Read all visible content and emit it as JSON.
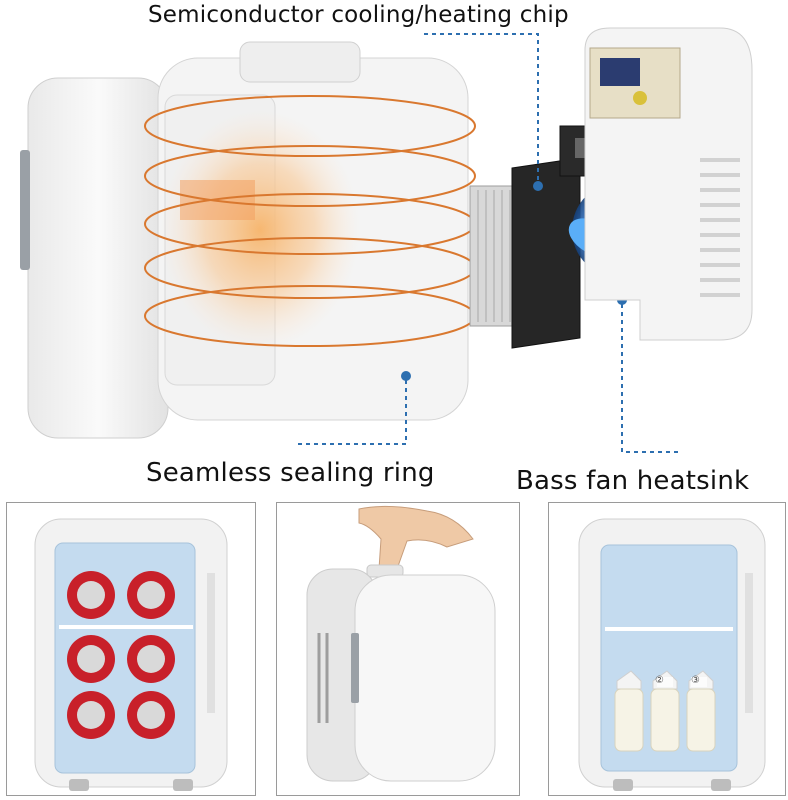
{
  "labels": {
    "chip": "Semiconductor cooling/heating chip",
    "seal": "Seamless sealing ring",
    "fan": "Bass fan heatsink"
  },
  "callouts": {
    "chip_number": "②",
    "fan_number": "③"
  },
  "colors": {
    "leader_line": "#2d6fb0",
    "heat_ring": "#d9782f",
    "glow": "#f6a552",
    "fridge_body": "#f4f4f4",
    "fridge_inner": "#bcd6ec",
    "fan_blue": "#3a86e0",
    "can_red": "#c8202a"
  },
  "icons": [
    "hand-icon",
    "fan-icon",
    "can-icon",
    "bottle-icon"
  ]
}
